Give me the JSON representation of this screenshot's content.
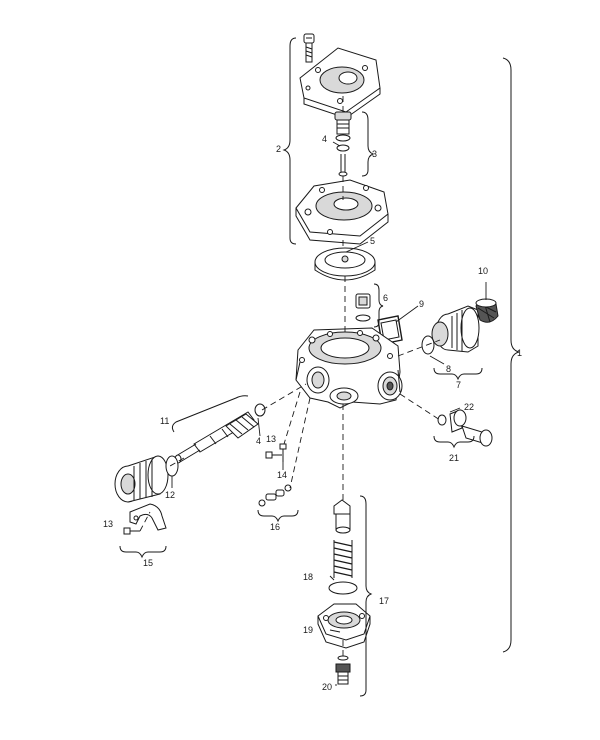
{
  "callouts": {
    "c1": "1",
    "c2": "2",
    "c3": "3",
    "c4a": "4",
    "c4b": "4",
    "c5": "5",
    "c6": "6",
    "c7": "7",
    "c8": "8",
    "c9": "9",
    "c10": "10",
    "c11": "11",
    "c12": "12",
    "c13a": "13",
    "c13b": "13",
    "c14": "14",
    "c15": "15",
    "c16": "16",
    "c17": "17",
    "c18": "18",
    "c19": "19",
    "c20": "20",
    "c21": "21",
    "c22": "22"
  }
}
